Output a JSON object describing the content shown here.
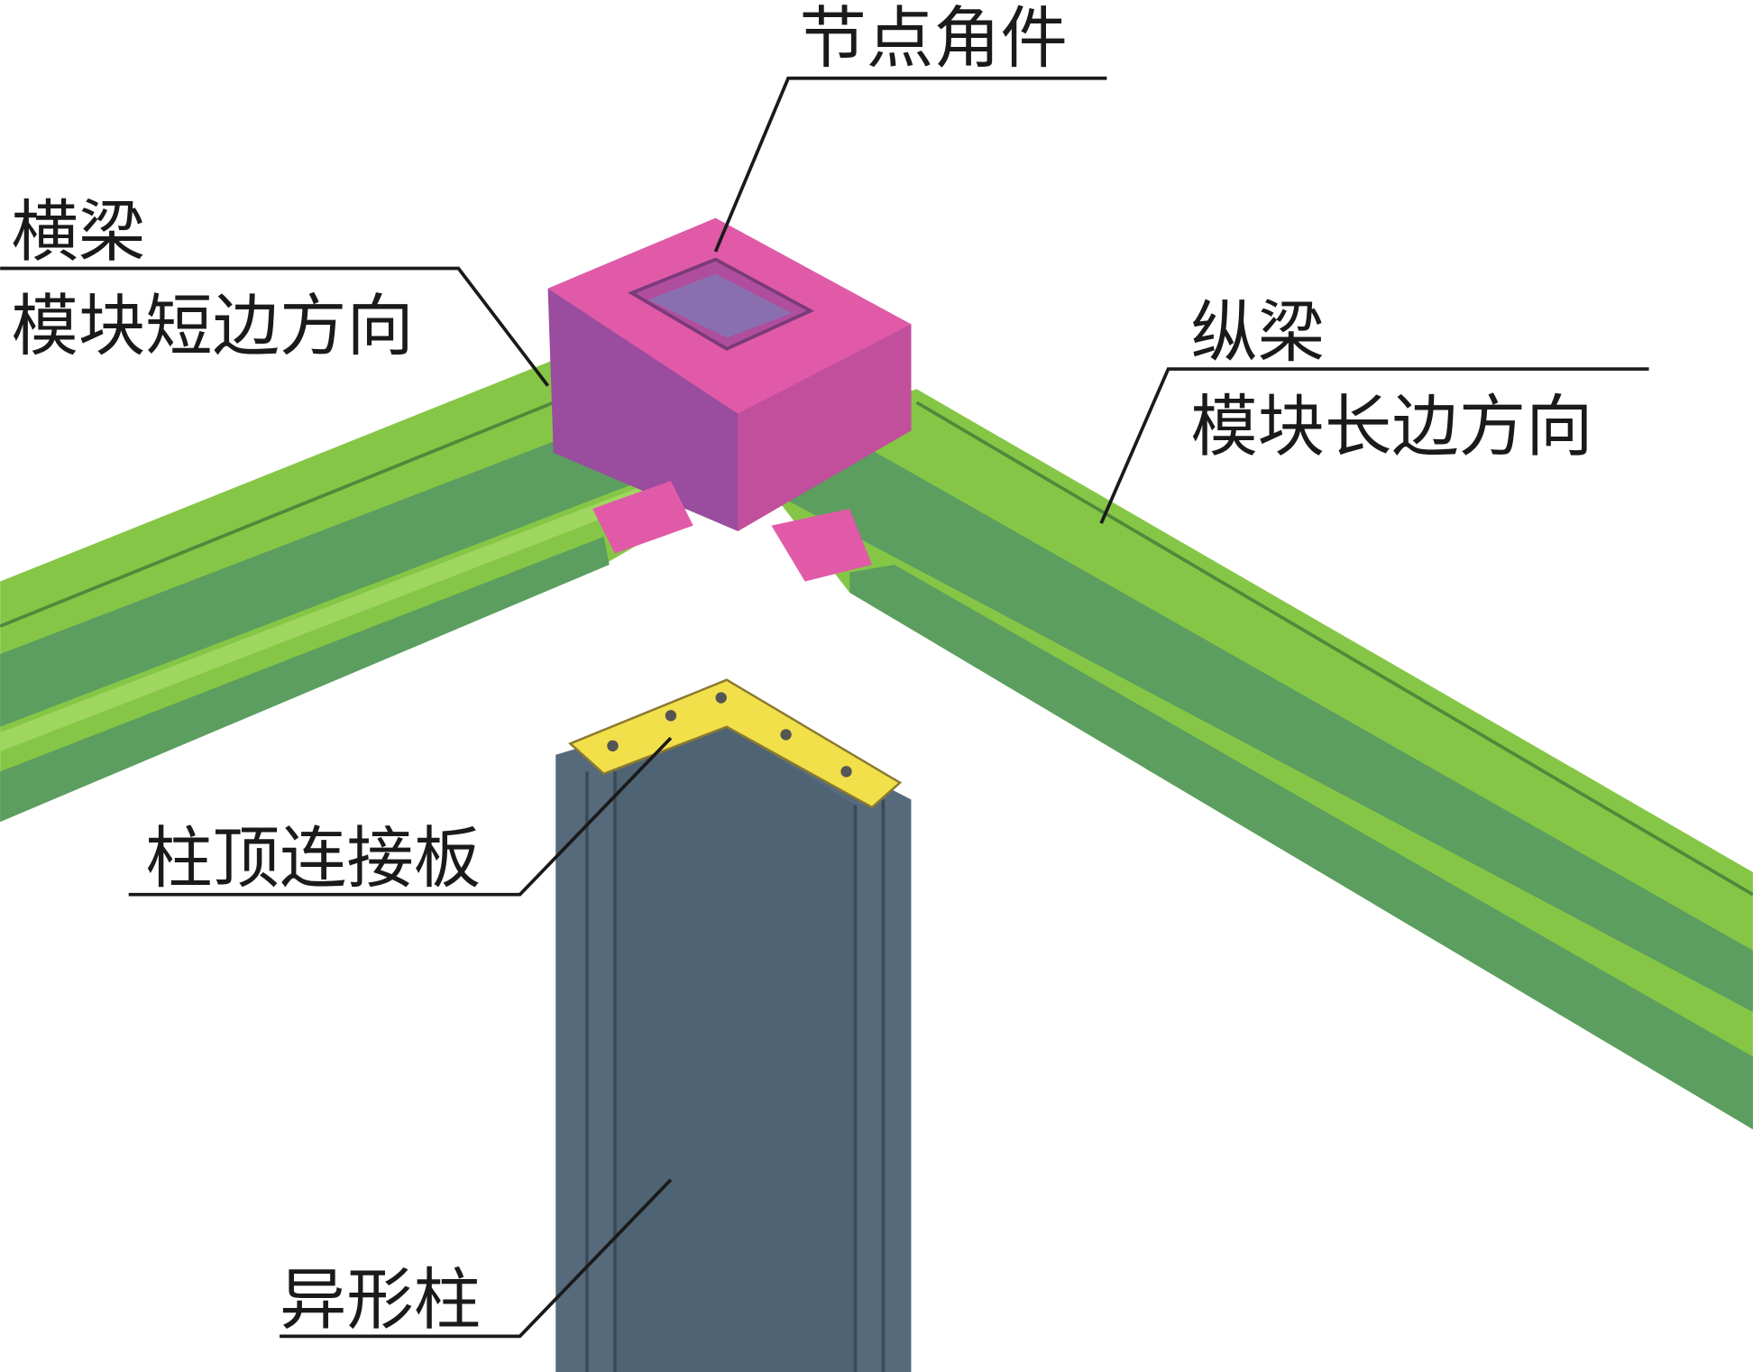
{
  "labels": {
    "corner_fitting": "节点角件",
    "cross_beam": "横梁",
    "cross_beam_direction": "模块短边方向",
    "longitudinal_beam": "纵梁",
    "longitudinal_beam_direction": "模块长边方向",
    "column_top_plate": "柱顶连接板",
    "special_shaped_column": "异形柱"
  },
  "colors": {
    "beam_light": "#86c646",
    "beam_dark": "#5b9e5f",
    "corner_top": "#e05aa8",
    "corner_side": "#9a4c9e",
    "column": "#566a7c",
    "plate": "#f2e04a"
  }
}
